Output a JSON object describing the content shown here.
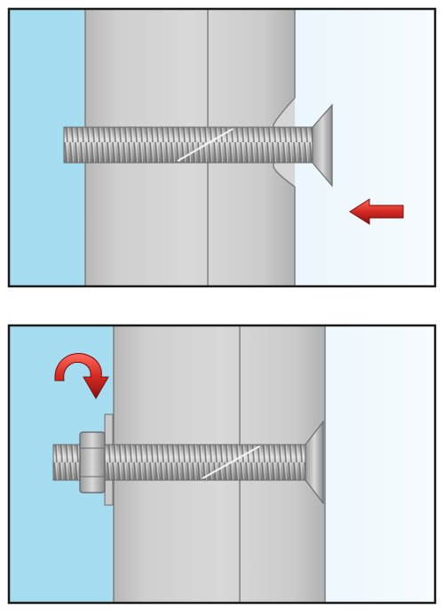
{
  "figure": {
    "panels": [
      {
        "id": "top",
        "step": 1,
        "action": "insert-from-right",
        "icons": [
          "countersunk-bolt",
          "wall-plug-sleeve",
          "push-arrow-icon"
        ]
      },
      {
        "id": "bottom",
        "step": 2,
        "action": "tighten-rotate",
        "icons": [
          "countersunk-bolt",
          "hex-nut",
          "washer",
          "rotate-arrow-icon"
        ]
      }
    ],
    "colors": {
      "frame": "#1a1a1a",
      "wall_blue": "#a6dcf0",
      "wall_blue_light": "#e4f4fb",
      "sleeve_gray": "#c9c9c9",
      "sleeve_gray_dark": "#a7a7a7",
      "bolt_steel": "#b0b0b0",
      "arrow_red": "#c42020"
    }
  }
}
